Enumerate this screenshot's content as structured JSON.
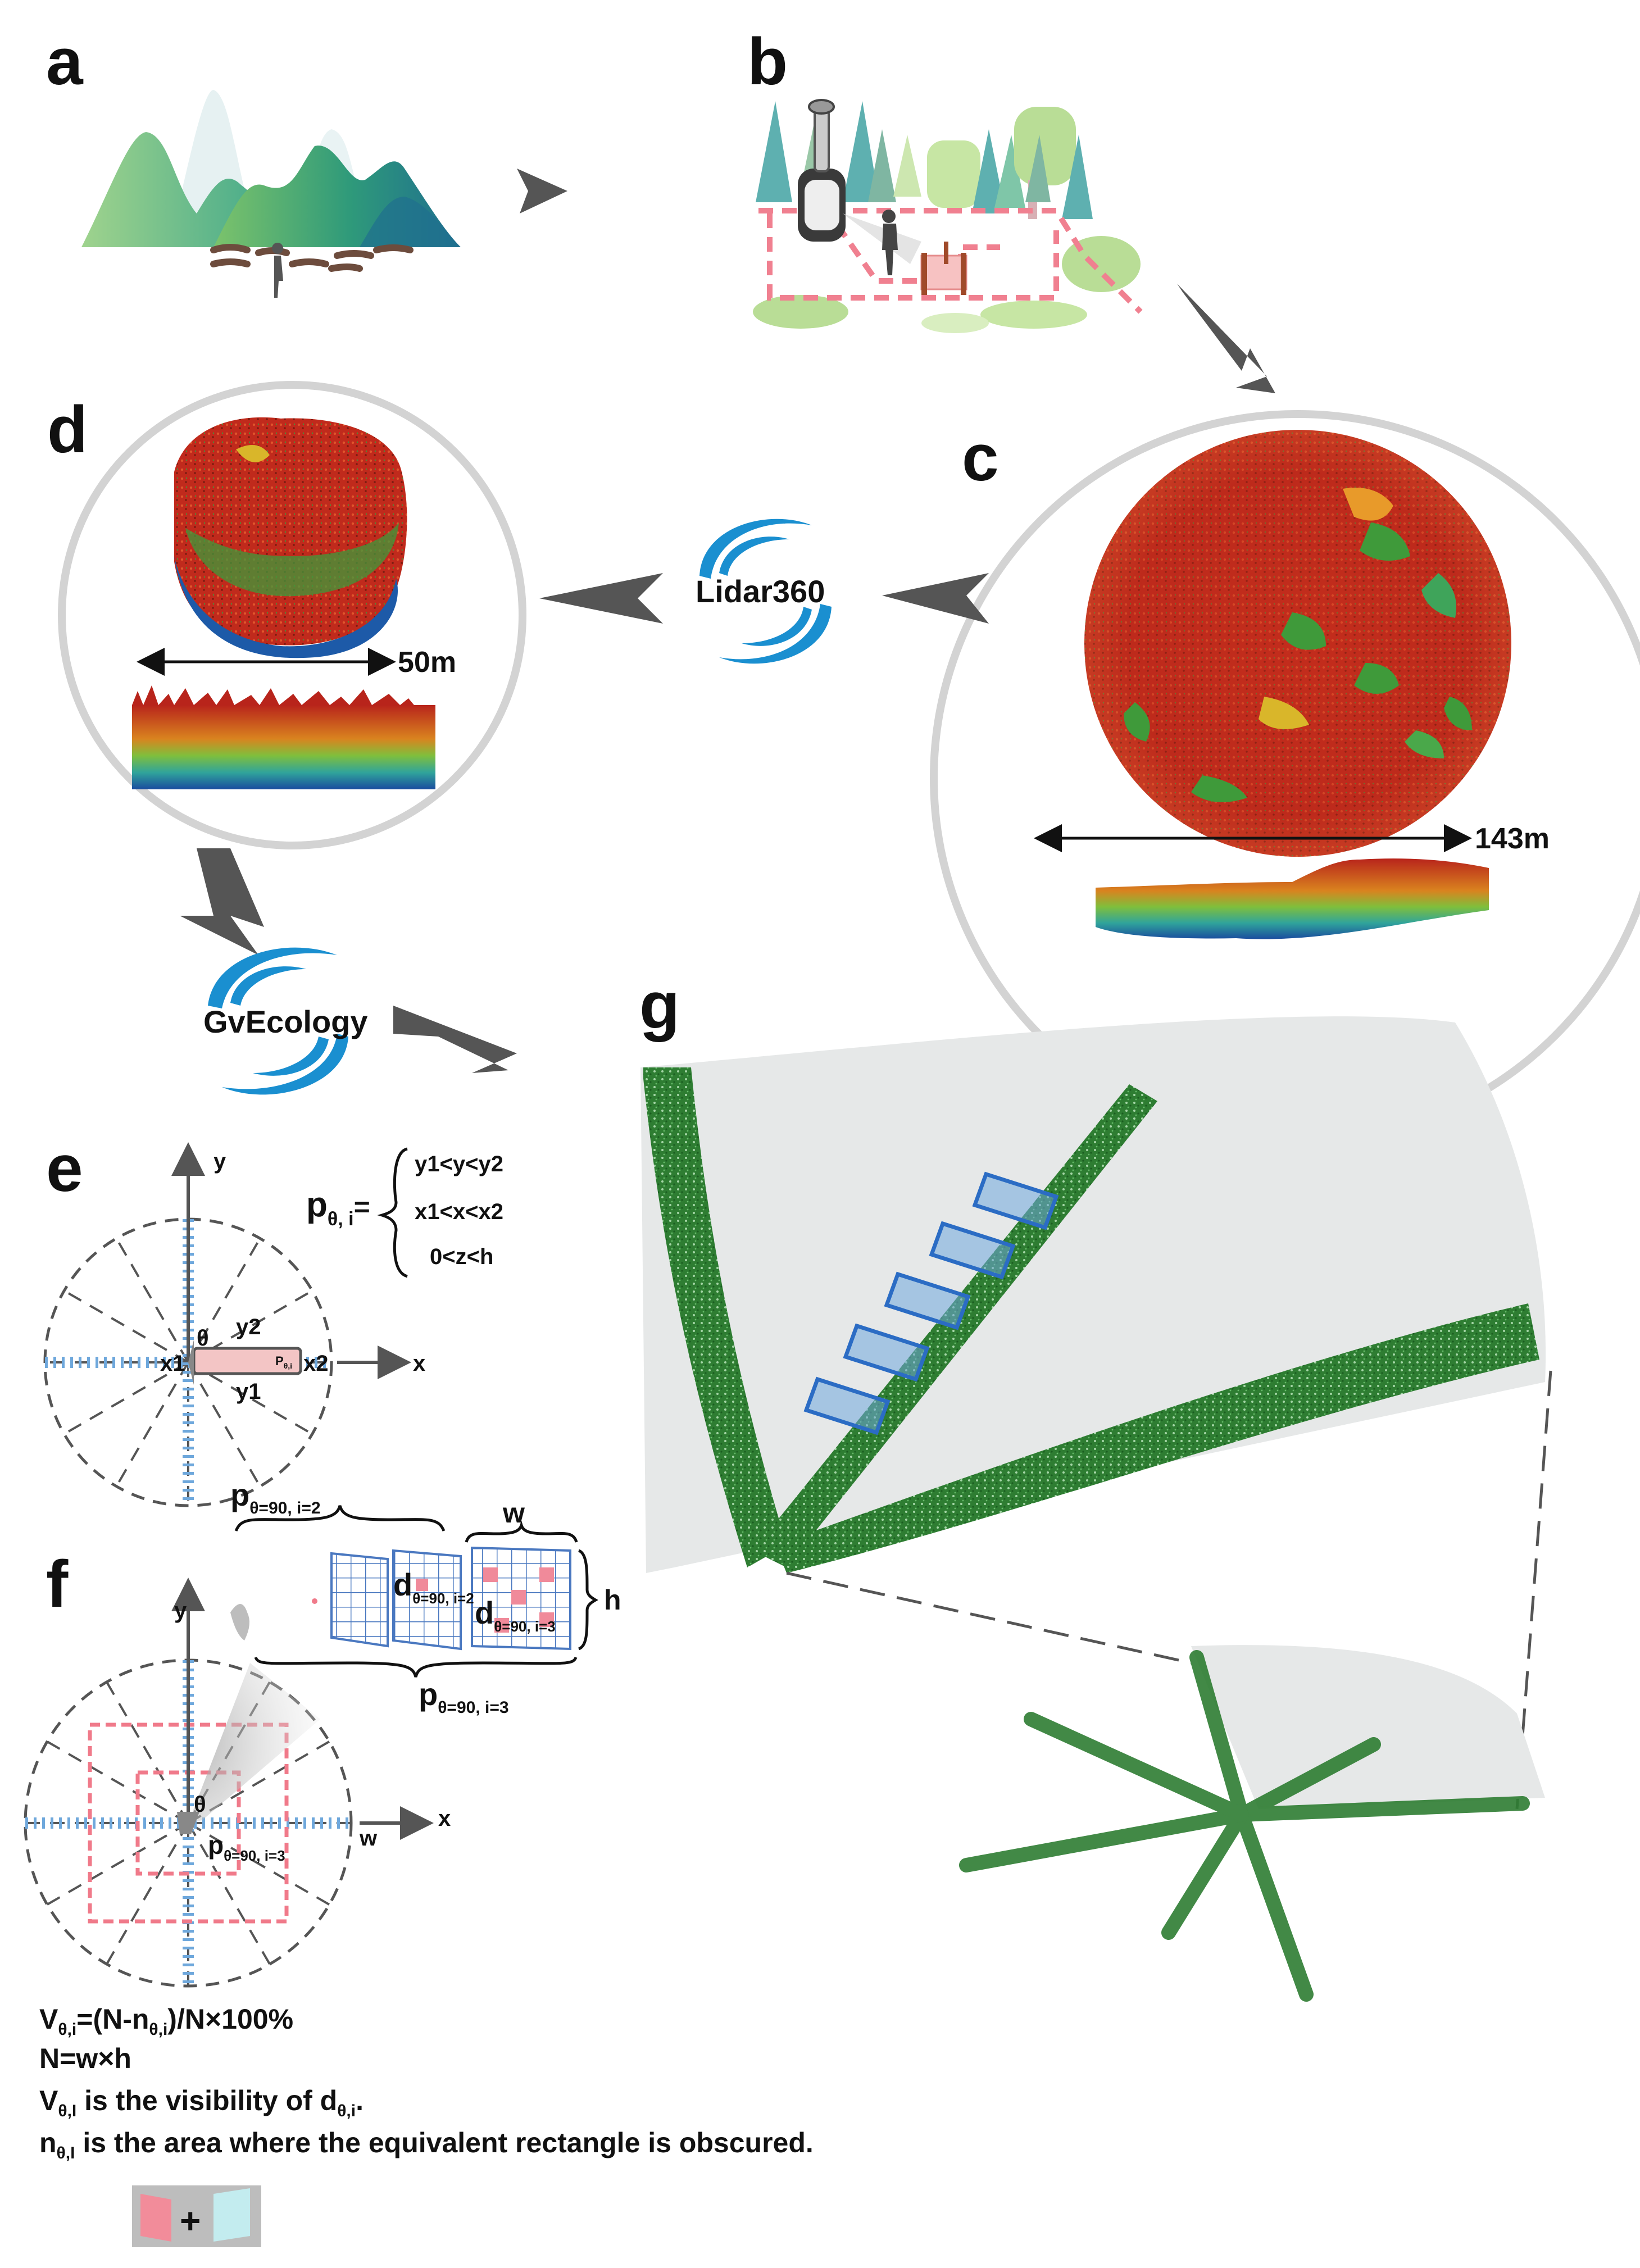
{
  "panels": {
    "a": "a",
    "b": "b",
    "c": "c",
    "d": "d",
    "e": "e",
    "f": "f",
    "g": "g"
  },
  "logos": {
    "lidar": "Lidar360",
    "gv": "GvEcology"
  },
  "scales": {
    "c_diameter": "143m",
    "d_diameter": "50m"
  },
  "panel_e": {
    "lhs": "p",
    "lhs_sub": "θ, i",
    "lhs_eq": "=",
    "cond1": "y1<y<y2",
    "cond2": "x1<x<x2",
    "cond3": "0<z<h",
    "axis_x": "x",
    "axis_y": "y",
    "theta": "θ",
    "x1": "x1",
    "x2": "x2",
    "y1": "y1",
    "y2": "y2",
    "p_inner": "P",
    "p_inner_sub": "θ,i"
  },
  "panel_f": {
    "p_top": "p",
    "p_top_sub": "θ=90, i=2",
    "w": "w",
    "h": "h",
    "d1": "d",
    "d1_sub": "θ=90, i=2",
    "d2": "d",
    "d2_sub": "θ=90, i=3",
    "p_bottom": "p",
    "p_bottom_sub": "θ=90, i=3",
    "axis_x": "x",
    "axis_y": "y",
    "theta": "θ",
    "w_axis": "w",
    "p_inner": "p",
    "p_inner_sub": "θ=90, i=3"
  },
  "formulas": {
    "line1_a": "V",
    "line1_sub1": "θ,i",
    "line1_b": "=(N-n",
    "line1_sub2": "θ,i",
    "line1_c": ")/N×100%",
    "line2": "N=w×h",
    "line3_a": "V",
    "line3_sub1": "θ,I",
    "line3_b": " is the visibility of d",
    "line3_sub2": "θ,i",
    "line3_c": ".",
    "line4_a": "n",
    "line4_sub1": "θ,I",
    "line4_b": " is the area where the equivalent rectangle is obscured."
  },
  "legend_plus": "+",
  "colors": {
    "arrow": "#555555",
    "circle": "#d3d3d3",
    "canopy_red": "#c8321e",
    "canopy_green": "#3f9a3a",
    "ground_blue": "#1e5fa8",
    "logo_blue": "#1a8fd0",
    "points_green": "#2e7d32",
    "dash_pink": "#f07a8a",
    "dash_blue": "#6fa8dc",
    "sector_gray": "#e6e8e8"
  }
}
